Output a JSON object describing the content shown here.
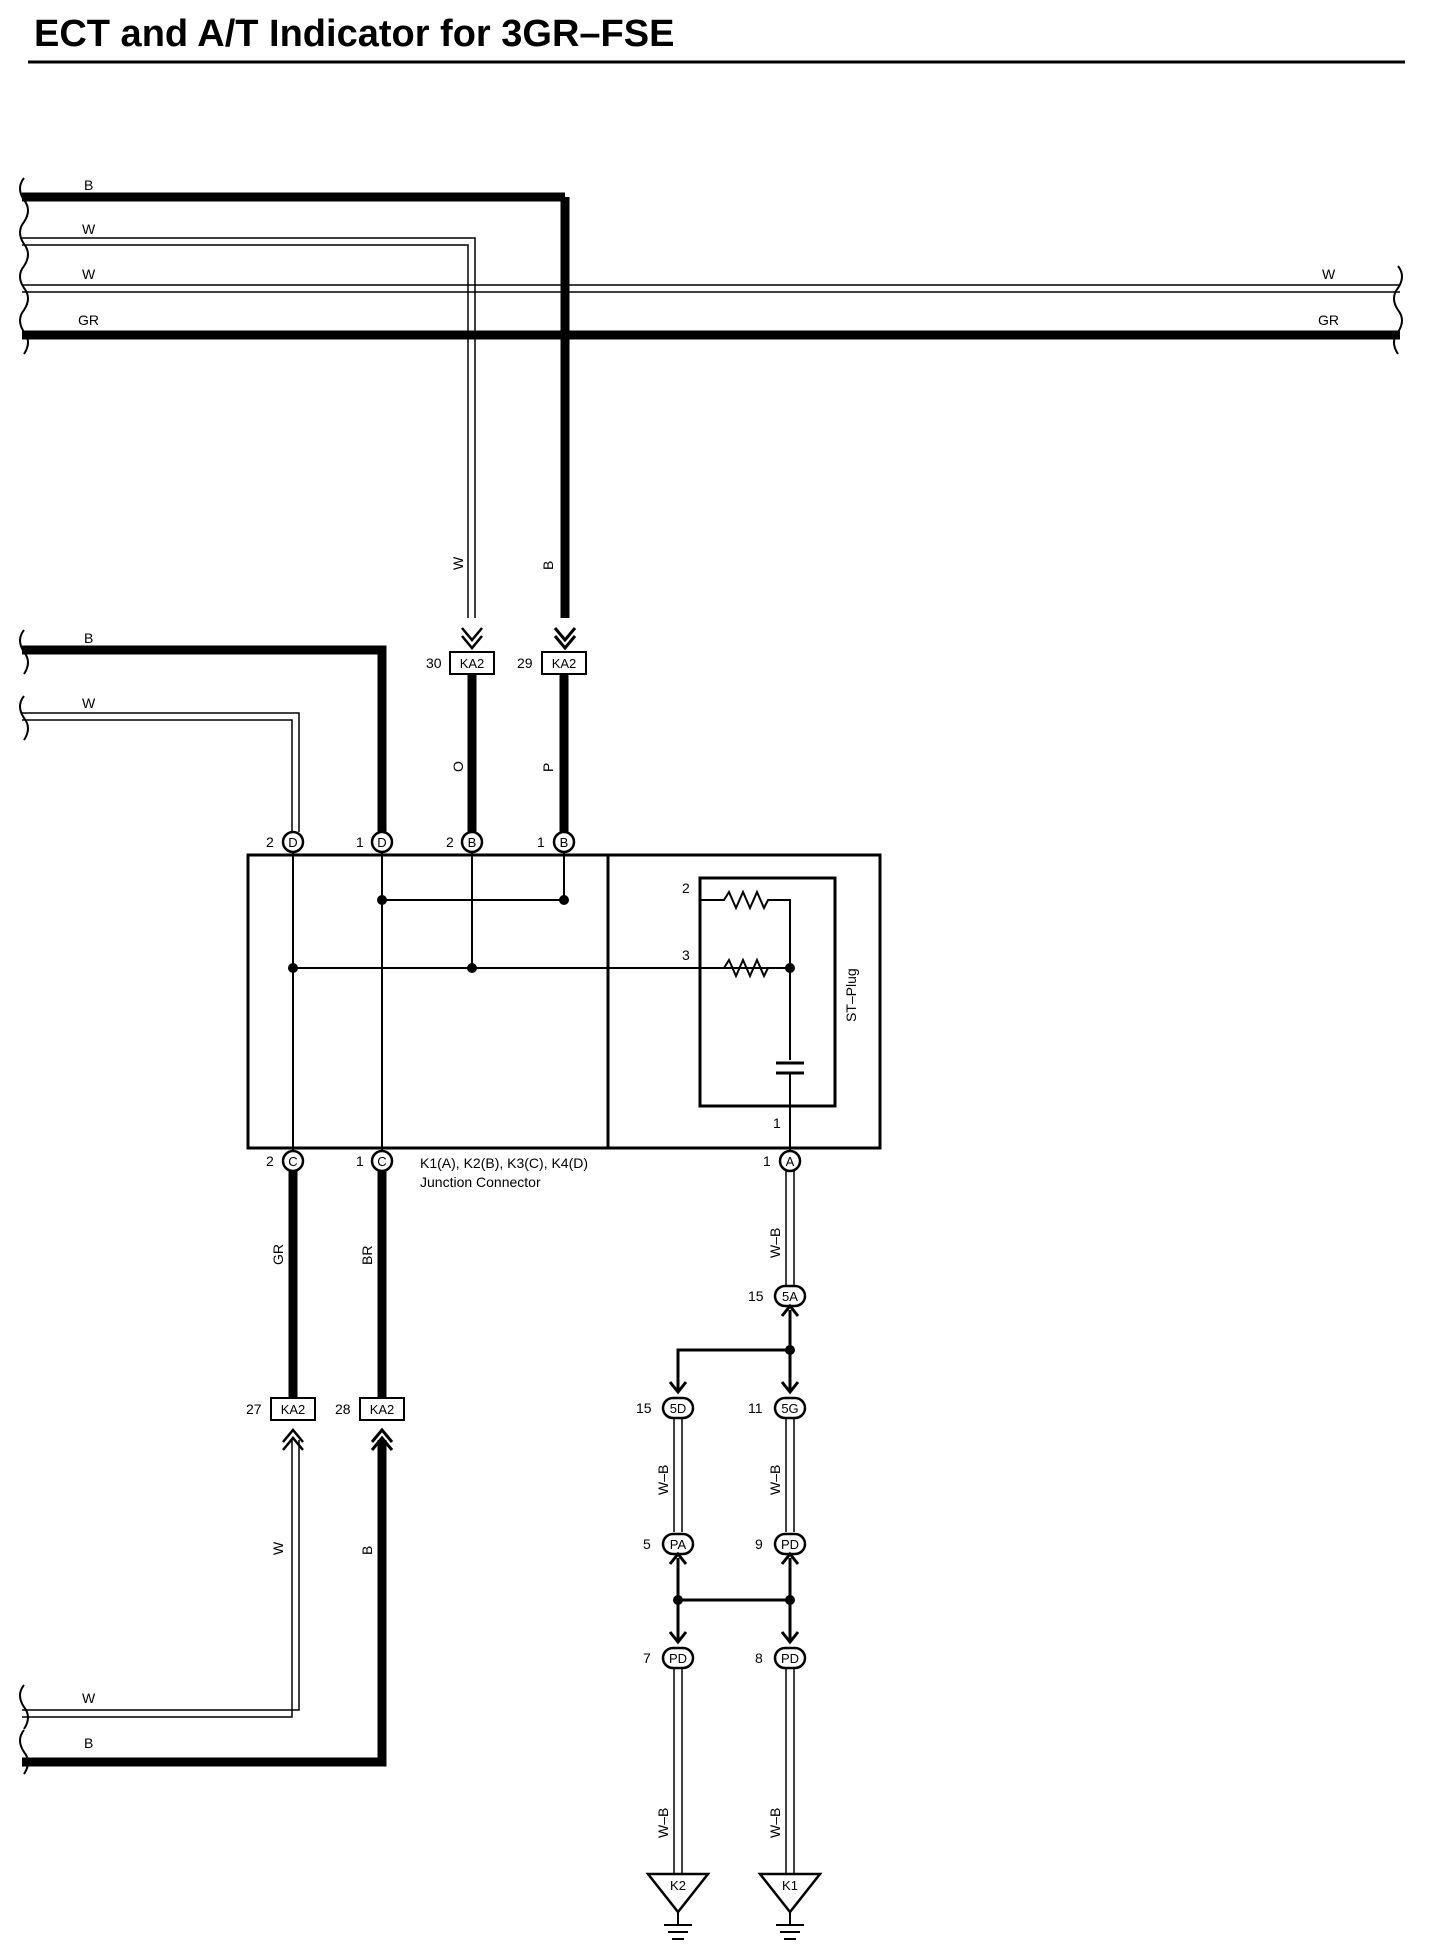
{
  "title": "ECT and A/T Indicator for 3GR–FSE",
  "wires": {
    "top_b": "B",
    "top_w1": "W",
    "top_w2": "W",
    "top_gr": "GR",
    "right_w": "W",
    "right_gr": "GR",
    "mid_b": "B",
    "mid_w": "W",
    "vert_w": "W",
    "vert_b": "B",
    "o": "O",
    "p": "P",
    "gr": "GR",
    "br": "BR",
    "lower_w": "W",
    "lower_b": "B",
    "bot_w": "W",
    "bot_b": "B",
    "wb": "W–B"
  },
  "connectors": {
    "ka2": "KA2",
    "d": "D",
    "b": "B",
    "c": "C",
    "a": "A",
    "c5a": "5A",
    "c5d": "5D",
    "c5g": "5G",
    "pa": "PA",
    "pd": "PD",
    "k1": "K1",
    "k2": "K2"
  },
  "pins": {
    "p30": "30",
    "p29": "29",
    "p27": "27",
    "p28": "28",
    "p2": "2",
    "p1": "1",
    "p3": "3",
    "p15": "15",
    "p11": "11",
    "p5": "5",
    "p9": "9",
    "p7": "7",
    "p8": "8"
  },
  "junction": {
    "name": "K1(A), K2(B), K3(C), K4(D)",
    "desc": "Junction Connector",
    "plug": "ST–Plug"
  }
}
